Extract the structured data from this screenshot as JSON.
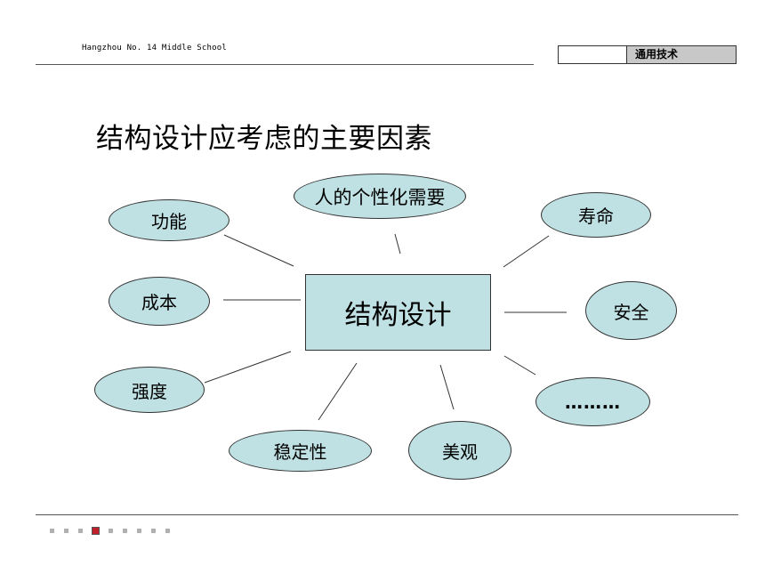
{
  "header": {
    "school": "Hangzhou No. 14 Middle School",
    "course": "通用技术"
  },
  "title": "结构设计应考虑的主要因素",
  "diagram": {
    "center": "结构设计",
    "nodes": {
      "function": "功能",
      "personal_need": "人的个性化需要",
      "lifespan": "寿命",
      "cost": "成本",
      "safety": "安全",
      "strength": "强度",
      "more": "………",
      "stability": "稳定性",
      "appearance": "美观"
    }
  },
  "footer": {
    "slide_count": 9,
    "active_index": 3,
    "active_color": "#c0202a"
  }
}
